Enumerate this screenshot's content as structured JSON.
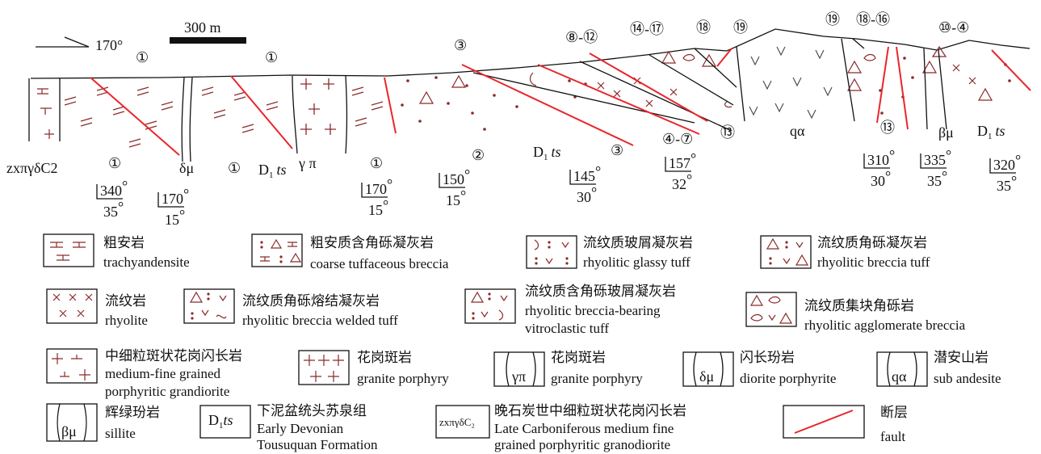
{
  "section": {
    "direction": "170°",
    "scale": "300 m",
    "upper_labels": [
      "①",
      "①",
      "③",
      "⑧-⑫",
      "⑭-⑰",
      "⑱",
      "⑲",
      "⑲",
      "⑱-⑯",
      "⑩-④"
    ],
    "lower_labels": {
      "c1a": "①",
      "dmu": "δμ",
      "c1b": "①",
      "d1ts_a": "D",
      "d1ts_a_sub": "1",
      "d1ts_a_it": "ts",
      "gp": "γ π",
      "c1c": "①",
      "c2": "②",
      "d1ts_b": "D",
      "d1ts_b_sub": "1",
      "d1ts_b_it": "ts",
      "c3": "③",
      "c47": "④-⑦",
      "c13a": "⑬",
      "qa": "qα",
      "c13b": "⑬",
      "bmu": "βμ",
      "d1ts_c": "D",
      "d1ts_c_sub": "1",
      "d1ts_c_it": "ts",
      "zx": "zxπγδC2"
    },
    "attitudes": [
      {
        "az": "340",
        "dip": "35"
      },
      {
        "az": "170",
        "dip": "15"
      },
      {
        "az": "170",
        "dip": "15"
      },
      {
        "az": "150",
        "dip": "15"
      },
      {
        "az": "145",
        "dip": "30"
      },
      {
        "az": "157",
        "dip": "32"
      },
      {
        "az": "310",
        "dip": "30"
      },
      {
        "az": "335",
        "dip": "35"
      },
      {
        "az": "320",
        "dip": "35"
      }
    ],
    "degree": "°"
  },
  "legend": {
    "trachy": {
      "cn": "粗安岩",
      "en": "trachyandensite"
    },
    "ctb": {
      "cn": "粗安质含角砾凝灰岩",
      "en": "coarse tuffaceous breccia"
    },
    "rgt": {
      "cn": "流纹质玻屑凝灰岩",
      "en": "rhyolitic glassy tuff"
    },
    "rbt": {
      "cn": "流纹质角砾凝灰岩",
      "en": "rhyolitic breccia tuff"
    },
    "rhy": {
      "cn": "流纹岩",
      "en": "rhyolite"
    },
    "rbwt": {
      "cn": "流纹质角砾熔结凝灰岩",
      "en": "rhyolitic breccia welded tuff"
    },
    "rbvt": {
      "cn": "流纹质含角砾玻屑凝灰岩",
      "en1": "rhyolitic breccia-bearing",
      "en2": "vitroclastic tuff"
    },
    "rab": {
      "cn": "流纹质集块角砾岩",
      "en": "rhyolitic agglomerate breccia"
    },
    "mfg": {
      "cn": "中细粒斑状花岗闪长岩",
      "en1": "medium-fine grained",
      "en2": "porphyritic grandiorite"
    },
    "gp1": {
      "cn": "花岗斑岩",
      "en": "granite porphyry"
    },
    "gp2": {
      "cn": "花岗斑岩",
      "en": "granite porphyry",
      "sym": "γπ"
    },
    "dp": {
      "cn": "闪长玢岩",
      "en": "diorite porphyrite",
      "sym": "δμ"
    },
    "sa": {
      "cn": "潜安山岩",
      "en": "sub andesite",
      "sym": "qα"
    },
    "sil": {
      "cn": "辉绿玢岩",
      "en": "sillite",
      "sym": "βμ"
    },
    "d1ts": {
      "cn": "下泥盆统头苏泉组",
      "en1": "Early Devonian",
      "en2": "Tousuquan Formation",
      "sym": "D",
      "sym_sub": "1",
      "sym_it": "ts"
    },
    "zx": {
      "cn": "晚石炭世中细粒斑状花岗闪长岩",
      "en1": "Late Carboniferous medium fine",
      "en2": "grained porphyritic granodiorite",
      "sym": "zxπγδC₂"
    },
    "fault": {
      "cn": "断层",
      "en": "fault"
    }
  },
  "colors": {
    "fault": "#e8262b",
    "pattern": "#8b2a2a"
  }
}
